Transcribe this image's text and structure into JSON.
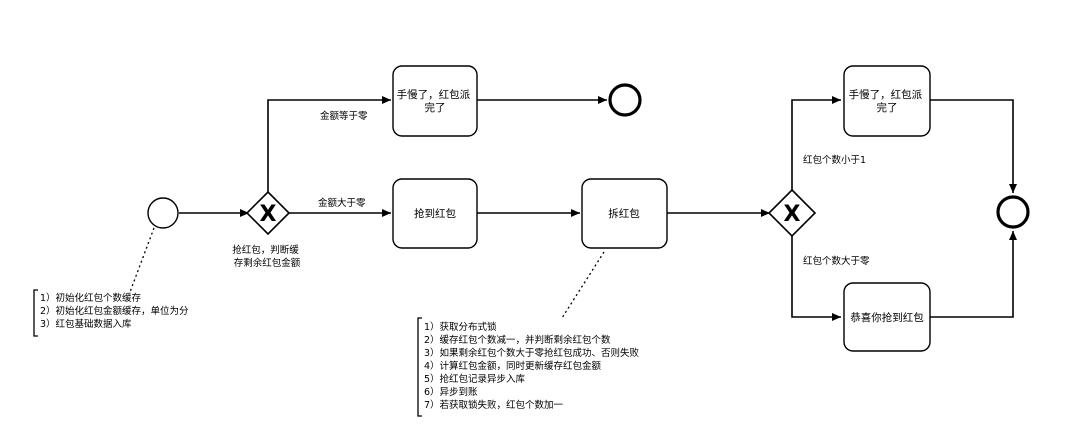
{
  "diagram": {
    "start_event": "",
    "gateway1": {
      "symbol": "X",
      "label_lines": [
        "抢红包，判断缓",
        "存剩余红包金额"
      ]
    },
    "flows": {
      "amount_zero": "金额等于零",
      "amount_positive": "金额大于零",
      "count_less_1": "红包个数小于1",
      "count_positive": "红包个数大于零"
    },
    "tasks": {
      "too_slow_1": [
        "手慢了，红包派",
        "完了"
      ],
      "grab": [
        "抢到红包"
      ],
      "open": [
        "拆红包"
      ],
      "too_slow_2": [
        "手慢了，红包派",
        "完了"
      ],
      "congrats": [
        "恭喜你抢到红包"
      ]
    },
    "gateway2": {
      "symbol": "X"
    },
    "note1": [
      "1）初始化红包个数缓存",
      "2）初始化红包金额缓存，单位为分",
      "3）红包基础数据入库"
    ],
    "note2": [
      "1）获取分布式锁",
      "2）缓存红包个数减一，并判断剩余红包个数",
      "3）如果剩余红包个数大于零抢红包成功、否则失败",
      "4）计算红包金额，同时更新缓存红包金额",
      "5）抢红包记录异步入库",
      "6）异步到账",
      "7）若获取锁失败，红包个数加一"
    ]
  }
}
